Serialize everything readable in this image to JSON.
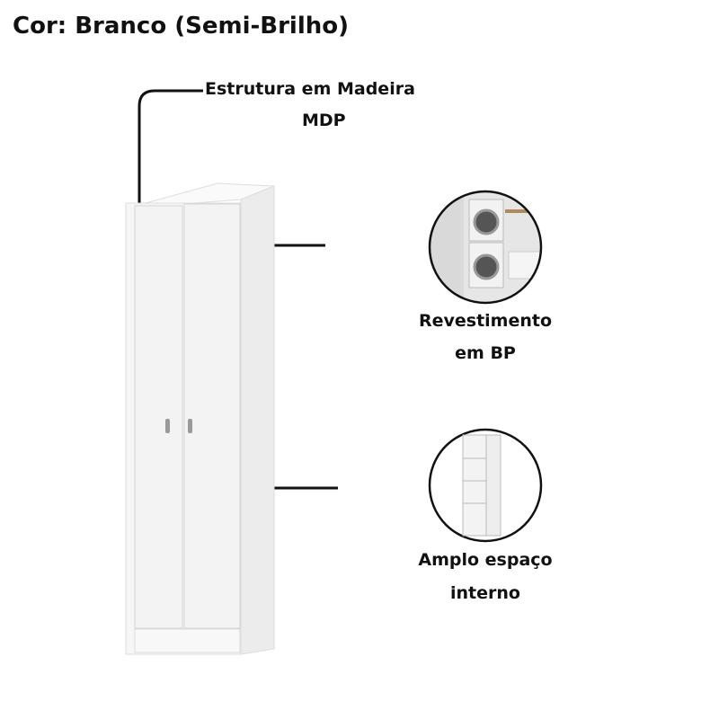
{
  "title": "Cor: Branco (Semi-Brilho)",
  "callouts": {
    "structure": {
      "line1": "Estrutura em Madeira",
      "line2": "MDP"
    },
    "coating": {
      "line1": "Revestimento",
      "line2": "em BP"
    },
    "space": {
      "line1": "Amplo espaço",
      "line2": "interno"
    }
  },
  "colors": {
    "cabinet": "#f4f4f4",
    "edge": "#d6d6d6",
    "text": "#111111"
  }
}
